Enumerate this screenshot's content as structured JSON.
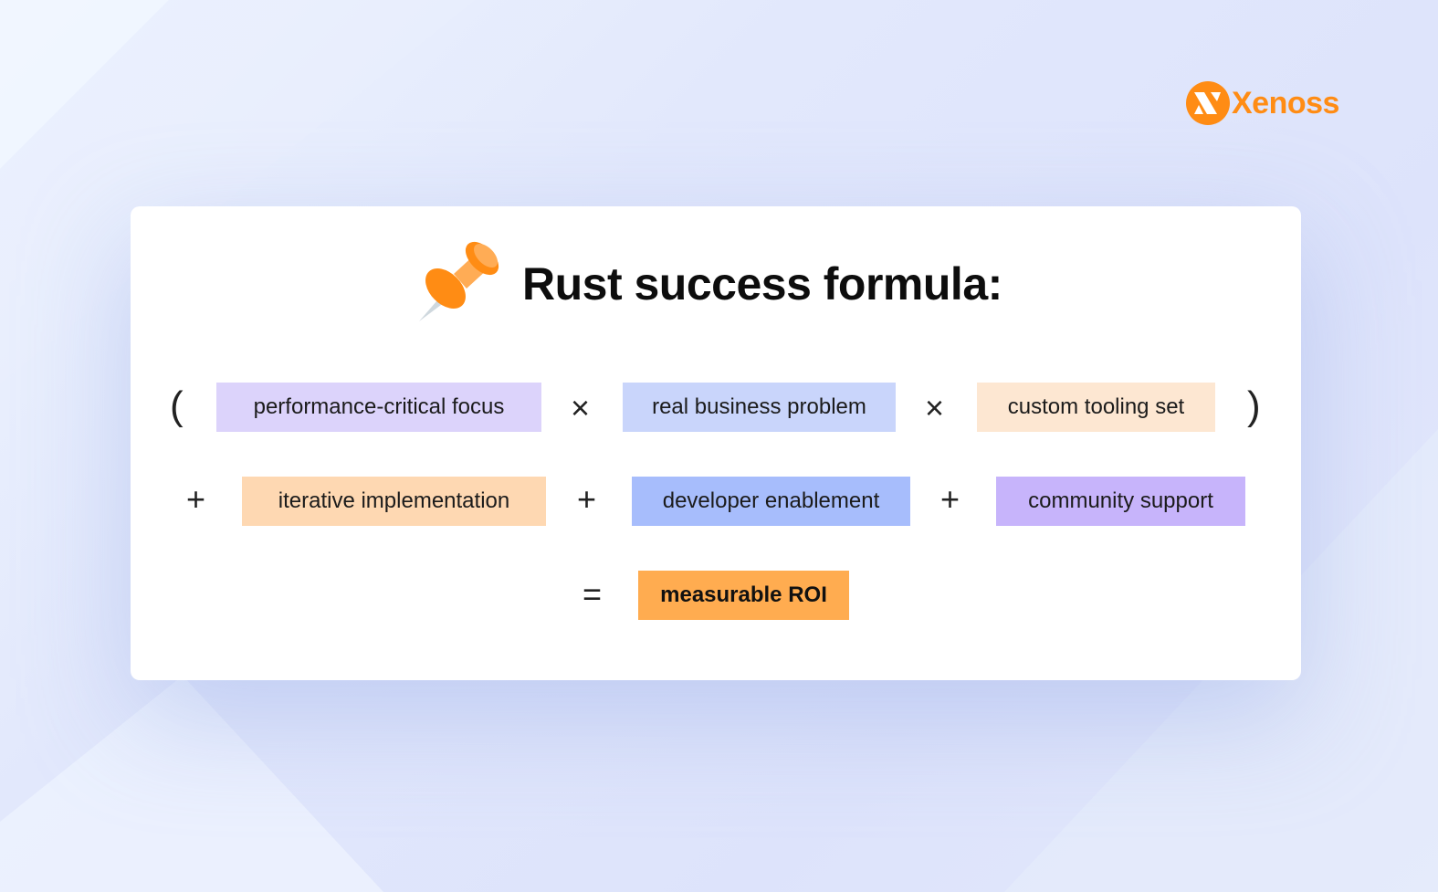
{
  "brand": {
    "name": "Xenoss",
    "color": "#ff8c14"
  },
  "title": "Rust success formula:",
  "operators": {
    "open_paren": "(",
    "close_paren": ")",
    "times": "×",
    "plus": "+",
    "equals": "="
  },
  "terms": [
    {
      "label": "performance-critical focus",
      "color": "#dcd3fb"
    },
    {
      "label": "real business problem",
      "color": "#c9d5fb"
    },
    {
      "label": "custom tooling set",
      "color": "#fde7d2"
    },
    {
      "label": "iterative implementation",
      "color": "#fed8b2"
    },
    {
      "label": "developer enablement",
      "color": "#a7bdfc"
    },
    {
      "label": "community support",
      "color": "#c7b4fb"
    }
  ],
  "result": {
    "label": "measurable ROI",
    "color": "#ffac50"
  }
}
